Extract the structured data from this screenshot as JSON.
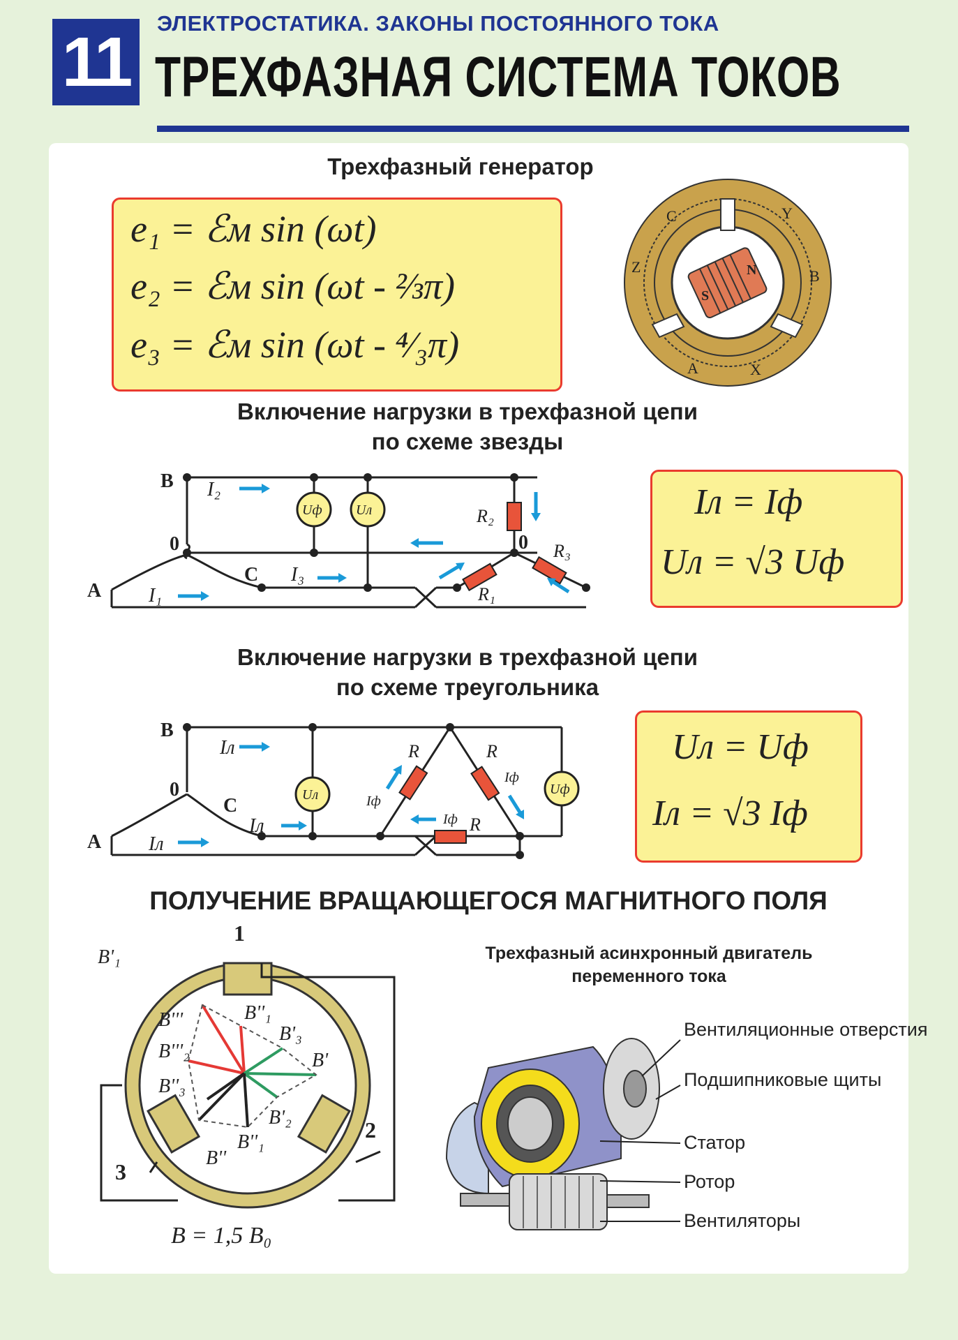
{
  "header": {
    "number": "11",
    "kicker": "ЭЛЕКТРОСТАТИКА. ЗАКОНЫ ПОСТОЯННОГО ТОКА",
    "title": "ТРЕХФАЗНАЯ СИСТЕМА ТОКОВ"
  },
  "generator": {
    "heading": "Трехфазный генератор",
    "eq1": "e₁ = ℰм sin (ωt)",
    "eq2": "e₂ = ℰм sin (ωt - ⅔π)",
    "eq3": "e₃ = ℰм sin (ωt - ⁴⁄₃π)",
    "diagram_labels": [
      "C",
      "Y",
      "Z",
      "B",
      "A",
      "X",
      "S",
      "N"
    ]
  },
  "star": {
    "heading_line1": "Включение нагрузки в трехфазной цепи",
    "heading_line2": "по схеме звезды",
    "eq1": "Iл = Iф",
    "eq2": "Uл = √3 Uф",
    "labels": {
      "B": "B",
      "A": "A",
      "C": "C",
      "zero": "0",
      "zero2": "0",
      "I1": "I₁",
      "I2": "I₂",
      "I3": "I₃",
      "Uf": "Uф",
      "Ul": "Uл",
      "R1": "R₁",
      "R2": "R₂",
      "R3": "R₃"
    }
  },
  "delta": {
    "heading_line1": "Включение нагрузки в трехфазной цепи",
    "heading_line2": "по схеме треугольника",
    "eq1": "Uл = Uф",
    "eq2": "Iл = √3 Iф",
    "labels": {
      "B": "B",
      "A": "A",
      "C": "C",
      "zero": "0",
      "Il": "Iл",
      "Ul": "Uл",
      "Uf": "Uф",
      "If": "Iф",
      "R": "R"
    }
  },
  "rotating": {
    "heading": "ПОЛУЧЕНИЕ ВРАЩАЮЩЕГОСЯ МАГНИТНОГО ПОЛЯ",
    "formula": "B = 1,5 B₀",
    "coil_labels": [
      "1",
      "2",
      "3"
    ],
    "vector_labels": [
      "B'₁",
      "B'''",
      "B''₁",
      "B'₃",
      "B'",
      "B'''₂",
      "B''₃",
      "B'₂",
      "B''₁",
      "B''"
    ]
  },
  "motor": {
    "heading_line1": "Трехфазный асинхронный двигатель",
    "heading_line2": "переменного тока",
    "parts": [
      "Вентиляционные отверстия",
      "Подшипниковые щиты",
      "Статор",
      "Ротор",
      "Вентиляторы"
    ]
  },
  "colors": {
    "accent_blue": "#1f3592",
    "formula_bg": "#fbf296",
    "formula_border": "#ea3b2e",
    "arrow_blue": "#1a9ad8",
    "resistor": "#e8543a"
  }
}
